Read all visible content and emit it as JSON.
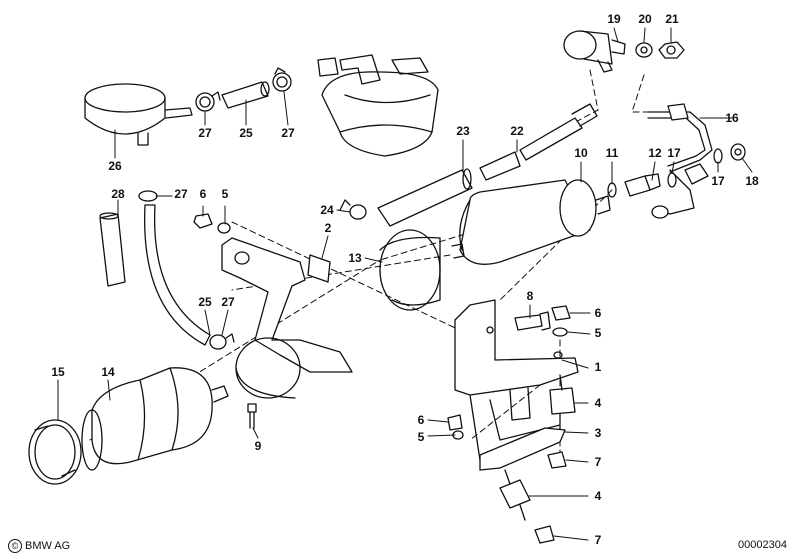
{
  "callouts": [
    {
      "id": "c19",
      "label": "19"
    },
    {
      "id": "c20",
      "label": "20"
    },
    {
      "id": "c21",
      "label": "21"
    },
    {
      "id": "c27a",
      "label": "27"
    },
    {
      "id": "c25a",
      "label": "25"
    },
    {
      "id": "c27b",
      "label": "27"
    },
    {
      "id": "c26",
      "label": "26"
    },
    {
      "id": "c23",
      "label": "23"
    },
    {
      "id": "c22",
      "label": "22"
    },
    {
      "id": "c16",
      "label": "16"
    },
    {
      "id": "c10",
      "label": "10"
    },
    {
      "id": "c11",
      "label": "11"
    },
    {
      "id": "c12",
      "label": "12"
    },
    {
      "id": "c17a",
      "label": "17"
    },
    {
      "id": "c17b",
      "label": "17"
    },
    {
      "id": "c18",
      "label": "18"
    },
    {
      "id": "c28",
      "label": "28"
    },
    {
      "id": "c27c",
      "label": "27"
    },
    {
      "id": "c6a",
      "label": "6"
    },
    {
      "id": "c5a",
      "label": "5"
    },
    {
      "id": "c24",
      "label": "24"
    },
    {
      "id": "c2",
      "label": "2"
    },
    {
      "id": "c13",
      "label": "13"
    },
    {
      "id": "c8",
      "label": "8"
    },
    {
      "id": "c6b",
      "label": "6"
    },
    {
      "id": "c5b",
      "label": "5"
    },
    {
      "id": "c25b",
      "label": "25"
    },
    {
      "id": "c27d",
      "label": "27"
    },
    {
      "id": "c1",
      "label": "1"
    },
    {
      "id": "c15",
      "label": "15"
    },
    {
      "id": "c14",
      "label": "14"
    },
    {
      "id": "c4a",
      "label": "4"
    },
    {
      "id": "c6c",
      "label": "6"
    },
    {
      "id": "c5c",
      "label": "5"
    },
    {
      "id": "c3",
      "label": "3"
    },
    {
      "id": "c9",
      "label": "9"
    },
    {
      "id": "c7a",
      "label": "7"
    },
    {
      "id": "c4b",
      "label": "4"
    },
    {
      "id": "c7b",
      "label": "7"
    }
  ],
  "footer": {
    "copyright": "BMW AG",
    "copyright_icon": "copyright-icon",
    "diagram_number": "00002304"
  },
  "colors": {
    "line": "#111111",
    "background": "#ffffff"
  }
}
